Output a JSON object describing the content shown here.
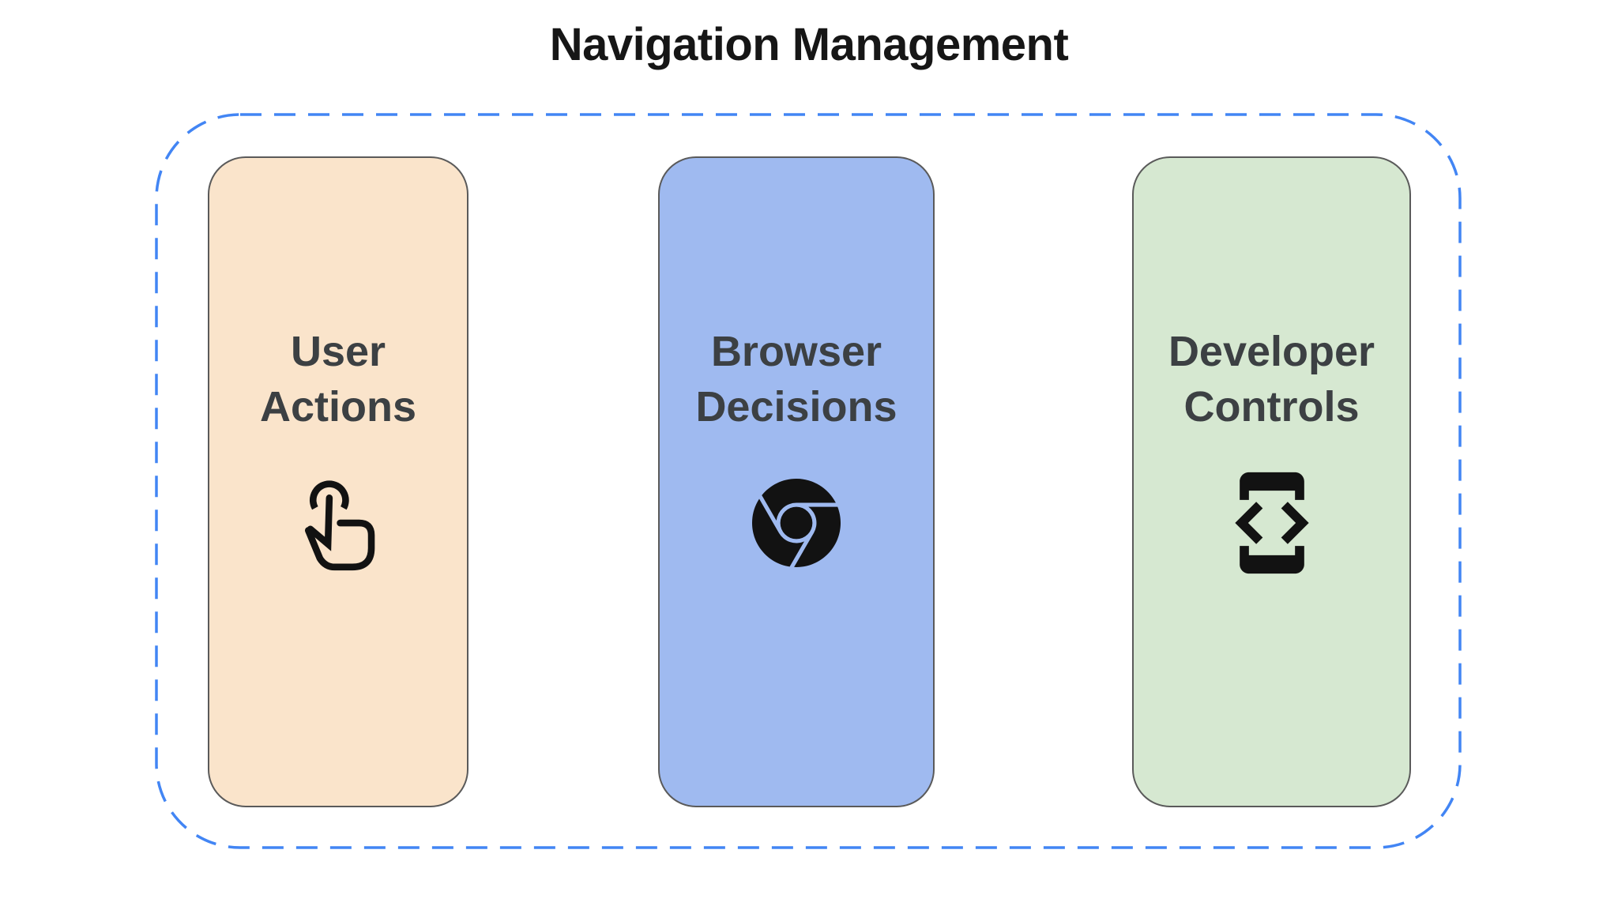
{
  "title": "Navigation Management",
  "container": {
    "name": "navigation-management-group",
    "border_style": "dashed",
    "border_color": "#4285F4"
  },
  "cards": [
    {
      "id": "user-actions",
      "label": "User Actions",
      "label_lines": [
        "User",
        "Actions"
      ],
      "icon": "touch-gesture-icon",
      "bg": "#FAE4CB"
    },
    {
      "id": "browser-decisions",
      "label": "Browser Decisions",
      "label_lines": [
        "Browser",
        "Decisions"
      ],
      "icon": "chrome-browser-icon",
      "bg": "#9FBAF0"
    },
    {
      "id": "developer-controls",
      "label": "Developer Controls",
      "label_lines": [
        "Developer",
        "Controls"
      ],
      "icon": "developer-mode-icon",
      "bg": "#D6E8D1"
    }
  ],
  "colors": {
    "background": "#FFFFFF",
    "dashed_border": "#4285F4",
    "card_border": "#5A5A5A",
    "card_text": "#3C4043",
    "title_text": "#161616",
    "icon": "#121212",
    "user_actions_bg": "#FAE4CB",
    "browser_decisions_bg": "#9FBAF0",
    "developer_controls_bg": "#D6E8D1"
  }
}
